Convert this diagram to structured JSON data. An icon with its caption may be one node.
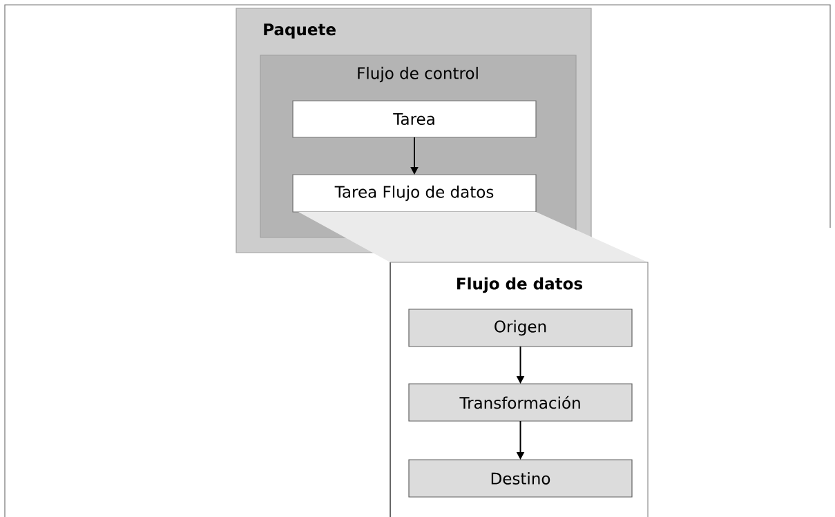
{
  "diagram": {
    "nodes": [
      {
        "text": [
          "Paquete"
        ]
      },
      {
        "text": [
          "Flujo de control"
        ],
        "in": 0
      },
      {
        "text": [
          "Tarea"
        ],
        "in": 1
      },
      {
        "text": [
          "Tarea Flujo de datos"
        ],
        "in": 1
      },
      {
        "text": [
          "Flujo de datos"
        ]
      },
      {
        "text": [
          "Origen"
        ],
        "in": 4
      },
      {
        "text": [
          "Transformación"
        ],
        "in": 4
      },
      {
        "text": [
          "Destino"
        ],
        "in": 4
      }
    ],
    "edges": [
      {
        "from": 2,
        "to": 3,
        "arrow": "to"
      },
      {
        "from": 5,
        "to": 6,
        "arrow": "to"
      },
      {
        "from": 6,
        "to": 7,
        "arrow": "to"
      }
    ]
  }
}
